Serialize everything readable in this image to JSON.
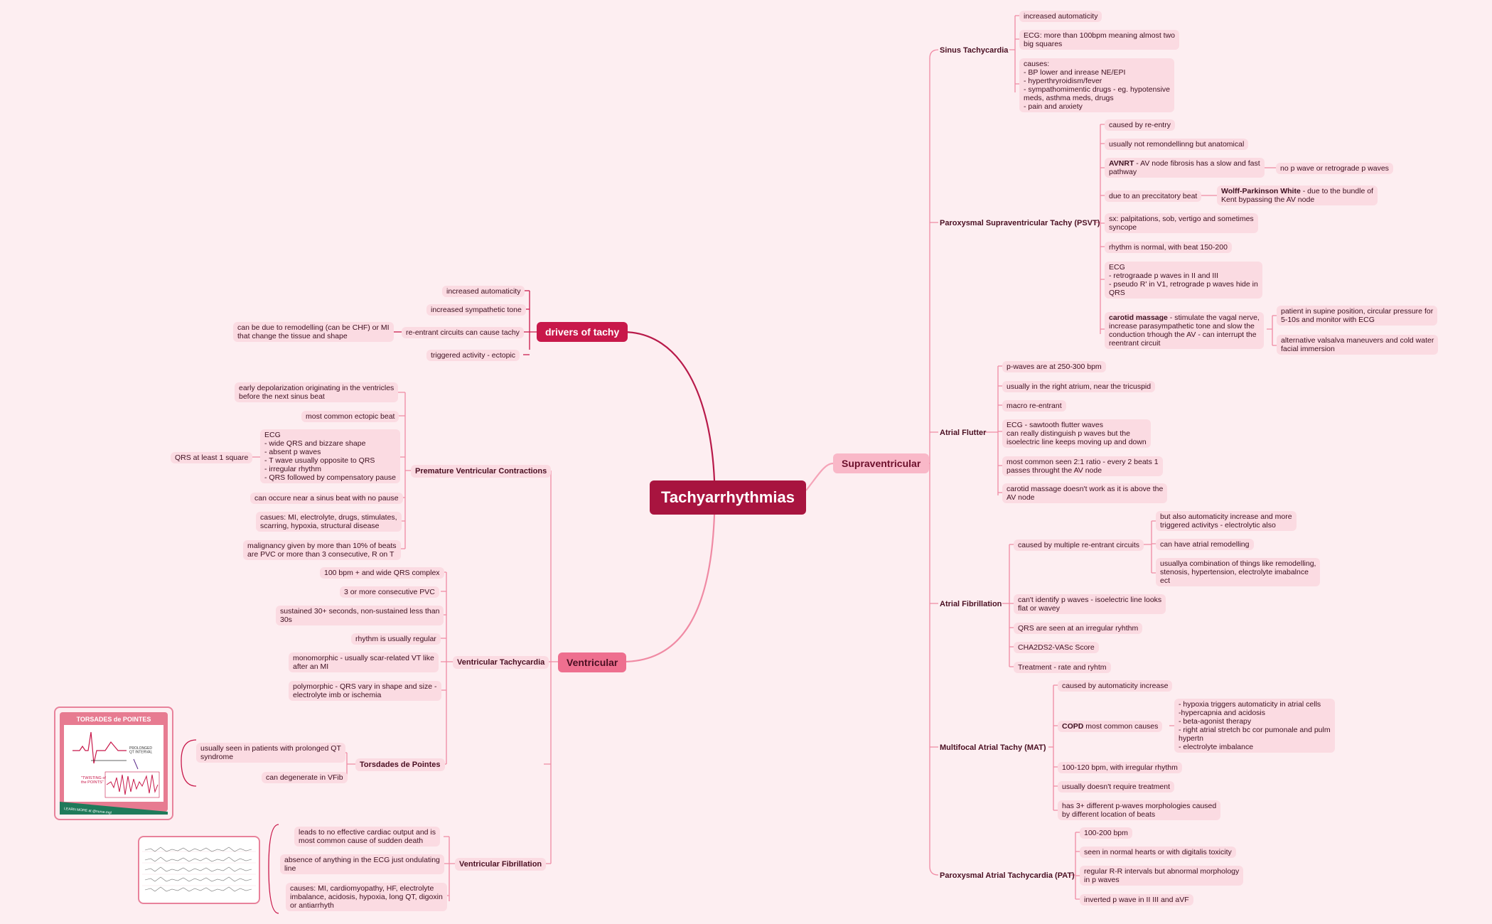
{
  "root": "Tachyarrhythmias",
  "supraventricular": {
    "label": "Supraventricular",
    "sinus": {
      "label": "Sinus Tachycardia",
      "items": [
        "increased automaticity",
        "ECG: more than 100bpm meaning almost two\nbig squares",
        "causes:\n- BP lower and inrease NE/EPI\n- hyperthryroidism/fever\n- sympathomimentic drugs - eg. hypotensive\nmeds, asthma meds, drugs\n- pain and anxiety"
      ]
    },
    "psvt": {
      "label": "Paroxysmal Supraventricular Tachy (PSVT)",
      "items": [
        "caused by re-entry",
        "usually not remondellinng but anatomical",
        "AVNRT - AV node fibrosis has a slow and fast\npathway",
        "due to an preccitatory beat",
        "sx: palpitations, sob, vertigo and sometimes\nsyncope",
        "rhythm is normal, with beat 150-200",
        "ECG\n- retrograade p waves in II and III\n- pseudo R' in V1, retrograde p waves hide in\nQRS",
        "carotid massage - stimulate the vagal nerve,\nincrease parasympathetic tone and slow the\nconduction trhough the AV - can interrupt the\nreentrant circuit"
      ],
      "avnrt_child": "no p wave or retrograde p waves",
      "wpw_child": "Wolff-Parkinson White - due to the bundle of\nKent bypassing the AV node",
      "carotid_children": [
        "patient in supine position, circular pressure for\n5-10s and monitor with ECG",
        "alternative valsalva maneuvers and cold water\nfacial immersion"
      ]
    },
    "flutter": {
      "label": "Atrial Flutter",
      "items": [
        "p-waves are at 250-300 bpm",
        "usually in the right atrium, near the tricuspid",
        "macro re-entrant",
        "ECG - sawtooth flutter waves\ncan really distinguish p waves but the\nisoelectric line keeps moving up and down",
        "most common seen 2:1 ratio - every 2 beats 1\npasses throught the AV node",
        "carotid massage doesn't work as it is above the\nAV node"
      ]
    },
    "afib": {
      "label": "Atrial Fibrillation",
      "items": [
        "caused by multiple re-entrant circuits",
        "can't identify p waves - isoelectric line looks\nflat or wavey",
        "QRS are seen at an irregular ryhthm",
        "CHA2DS2-VASc Score",
        "Treatment - rate and ryhtm"
      ],
      "reentrant_children": [
        "but also automaticity increase and more\ntriggered activitys - electrolytic also",
        "can have atrial remodelling",
        "usuallya combination of things like remodelling,\nstenosis, hypertension, electrolyte imabalnce\nect"
      ]
    },
    "mat": {
      "label": "Multifocal Atrial Tachy (MAT)",
      "items": [
        "caused by automaticity increase",
        "COPD most common causes",
        "100-120 bpm, with irregular rhythm",
        "usually doesn't require treatment",
        "has 3+ different p-waves morphologies caused\nby different location of beats"
      ],
      "copd_child": "- hypoxia triggers automaticity in atrial cells\n-hypercapnia and acidosis\n- beta-agonist therapy\n- right atrial stretch bc cor pumonale and pulm\nhypertn\n- electrolyte imbalance"
    },
    "pat": {
      "label": "Paroxysmal Atrial Tachycardia (PAT)",
      "items": [
        "100-200 bpm",
        "seen in normal hearts or with digitalis toxicity",
        "regular R-R intervals but abnormal morphology\nin p waves",
        "inverted p wave in II III and aVF"
      ]
    }
  },
  "drivers": {
    "label": "drivers of tachy",
    "items": [
      "increased automaticity",
      "increased sympathetic tone",
      "re-entrant circuits can cause tachy",
      "triggered activity - ectopic"
    ],
    "reentrant_child": "can be due to remodelling (can be CHF) or MI\nthat change the tissue and shape"
  },
  "ventricular": {
    "label": "Ventricular",
    "pvc": {
      "label": "Premature Ventricular Contractions",
      "items": [
        "early depolarization originating in the ventricles\nbefore the next sinus beat",
        "most common ectopic beat",
        "ECG\n- wide QRS and bizzare shape\n- absent p waves\n- T wave usually opposite to QRS\n- irregular rhythm\n- QRS followed by compensatory pause",
        "can occure near a sinus beat with no pause",
        "casues: MI, electrolyte, drugs, stimulates,\nscarring, hypoxia, structural disease",
        "malignancy given by more than 10% of beats\nare PVC or more than 3 consecutive, R on T"
      ],
      "ecg_child": "QRS at least 1 square"
    },
    "vt": {
      "label": "Ventricular Tachycardia",
      "items": [
        "100 bpm + and wide QRS complex",
        "3 or more consecutive PVC",
        "sustained 30+ seconds, non-sustained less than\n30s",
        "rhythm is usually regular",
        "monomorphic - usually scar-related VT like\nafter an MI",
        "polymorphic - QRS vary in shape and size -\nelectrolyte imb or ischemia"
      ]
    },
    "tdp": {
      "label": "Torsdades de Pointes",
      "items": [
        "usually seen in patients with prolonged QT\nsyndrome",
        "can degenerate in VFib"
      ],
      "image": {
        "title": "TORSADES de POINTES",
        "label1": "PROLONGED\nQT INTERVAL",
        "label2": "\"TWISTING of\nthe POINTS\"",
        "footer": "LEARN MORE at @nurse.mg!"
      }
    },
    "vfib": {
      "label": "Ventricular Fibrillation",
      "items": [
        "leads to no effective cardiac output and is\nmost common cause of sudden death",
        "absence of anything in the ECG just ondulating\nline",
        "causes: MI, cardiomyopathy, HF, electrolyte\nimbalance, acidosis, hypoxia, long QT, digoxin\nor antiarrhyth"
      ]
    }
  },
  "colors": {
    "root": "#a8143f",
    "main_right": "#f9b8c8",
    "main_left": "#c8184a",
    "ventricular": "#ee6f8f",
    "line_dark": "#b81a4a",
    "line_pink": "#f08aa4",
    "leaf": "#fbdbe2",
    "bg": "#fdeef1"
  }
}
